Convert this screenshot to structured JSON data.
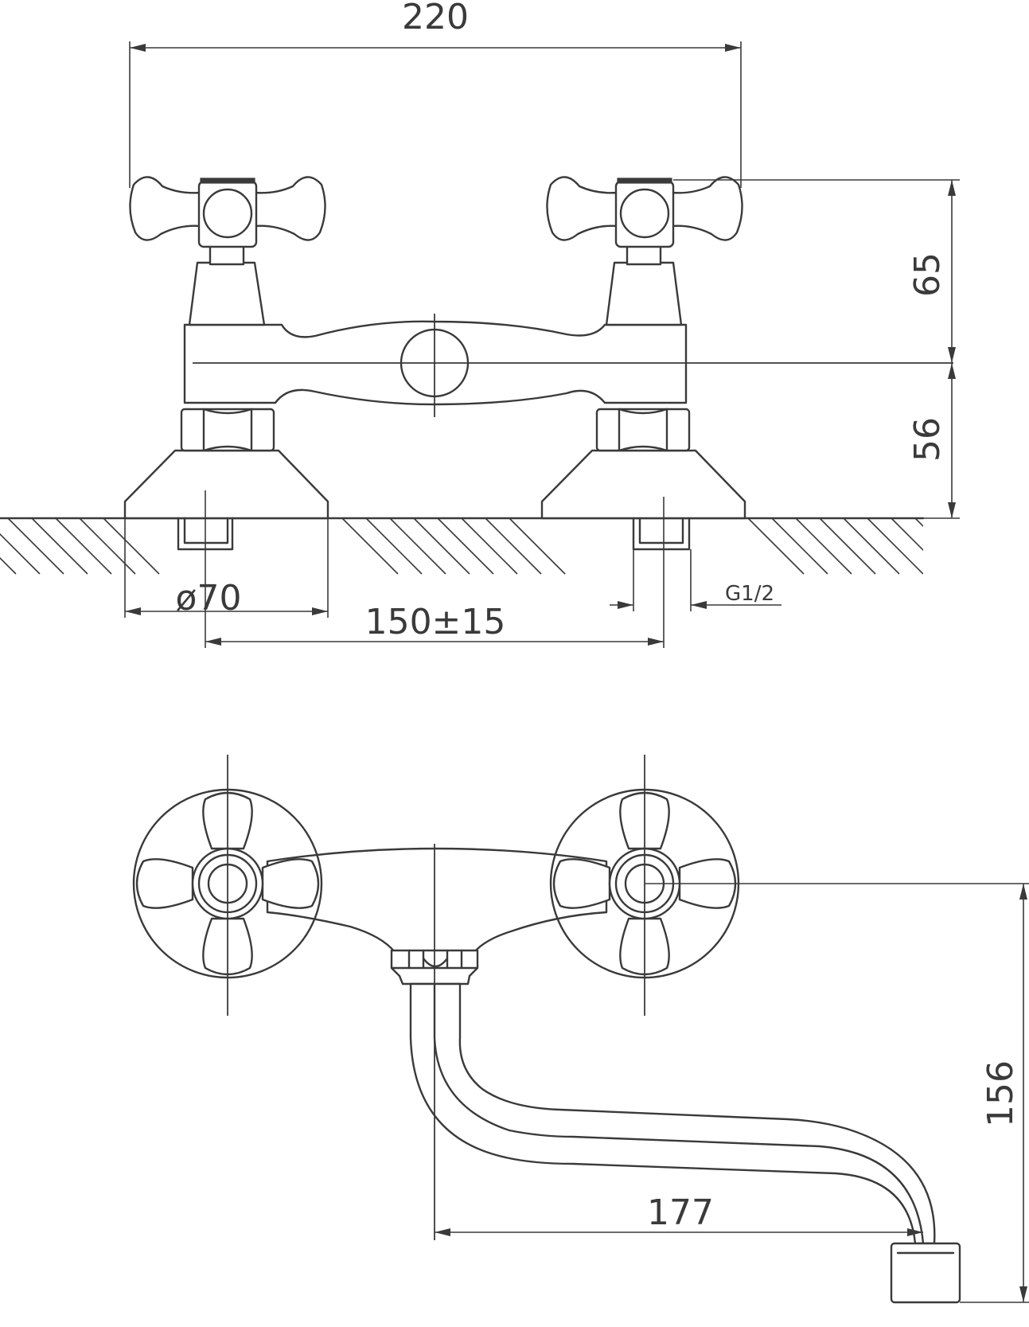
{
  "dimensions": {
    "overall_width": "220",
    "handle_height": "65",
    "body_height": "56",
    "flange_diameter": "ø70",
    "center_distance": "150±15",
    "thread": "G1/2",
    "spout_height": "156",
    "spout_reach": "177"
  }
}
